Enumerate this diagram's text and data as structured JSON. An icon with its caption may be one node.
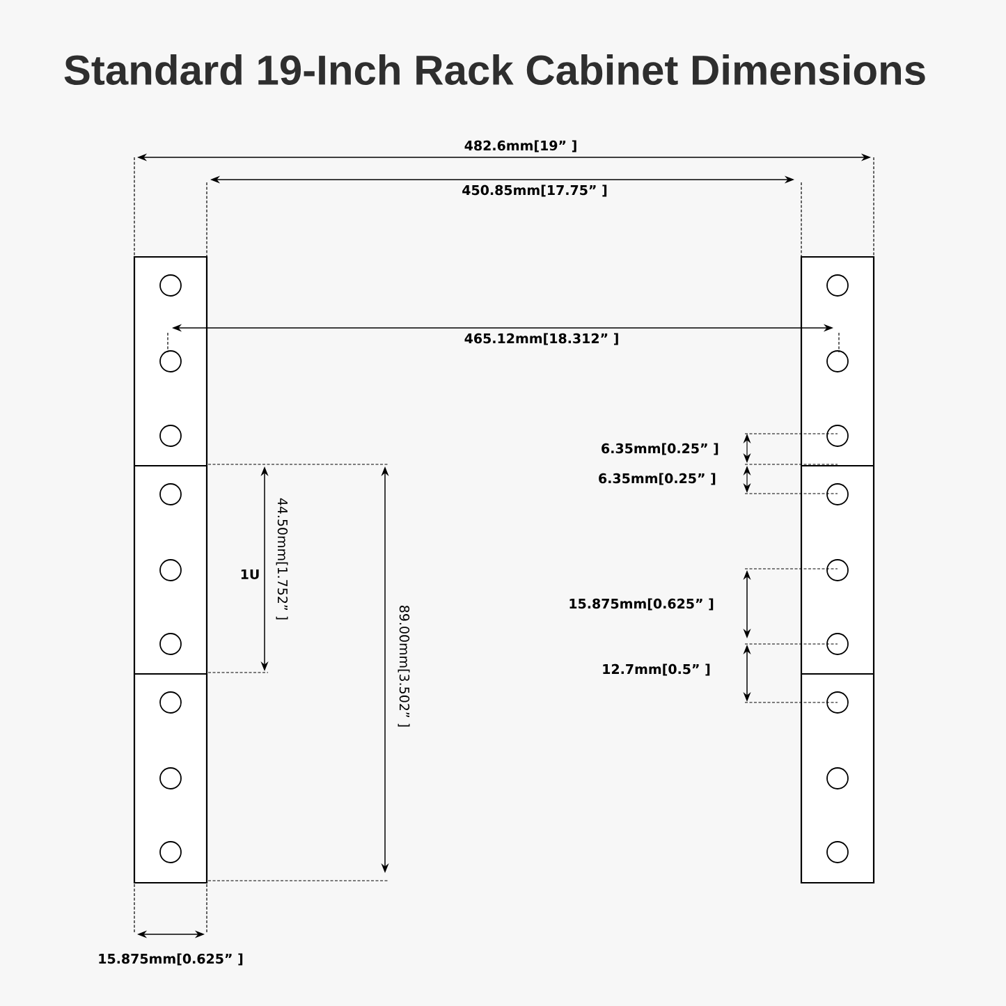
{
  "diagram": {
    "title": "Standard 19-Inch Rack Cabinet Dimensions",
    "labels": [
      "482.6mm[19” ]",
      "450.85mm[17.75” ]",
      "465.12mm[18.312” ]",
      "6.35mm[0.25” ]",
      "6.35mm[0.25” ]",
      "44.50mm[1.752” ]",
      "1U",
      "89.00mm[3.502” ]",
      "15.875mm[0.625” ]",
      "12.7mm[0.5” ]",
      "15.875mm[0.625” ]"
    ]
  }
}
